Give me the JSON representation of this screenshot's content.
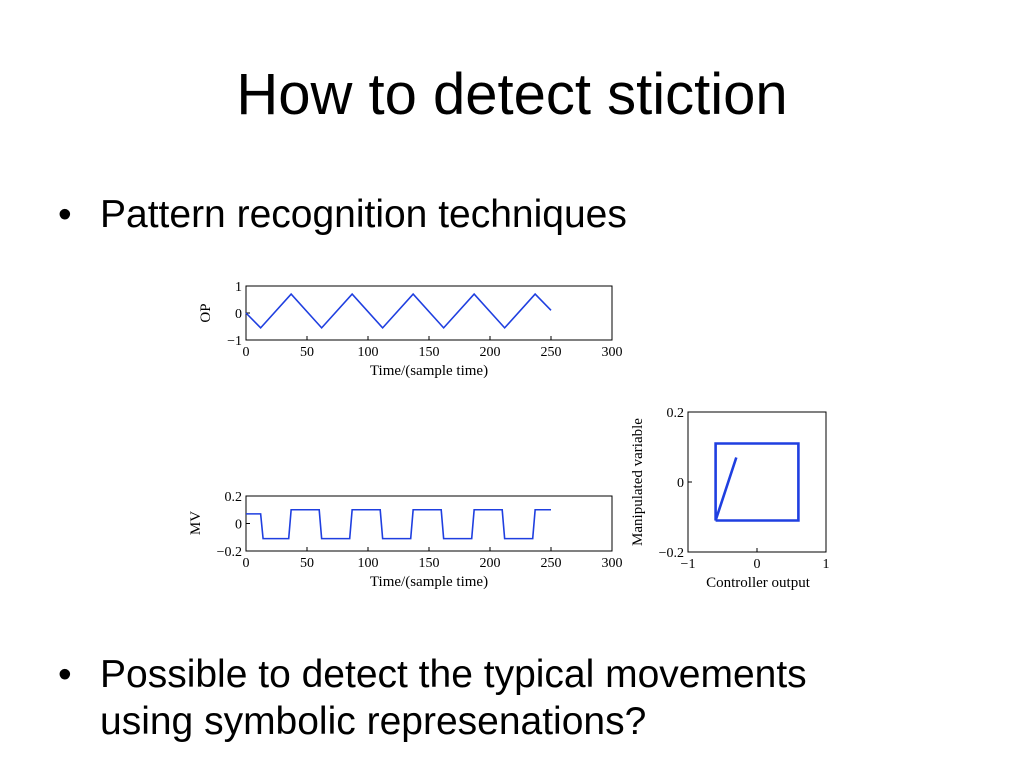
{
  "slide": {
    "title": "How to detect stiction",
    "bullets": [
      {
        "marker": "•",
        "text": "Pattern recognition techniques"
      },
      {
        "marker": "•",
        "text": "Possible to detect the typical movements",
        "text2": "using symbolic represenations?"
      }
    ]
  },
  "colors": {
    "trace": "#1f3fe0",
    "text": "#000000"
  },
  "chart_data": [
    {
      "type": "line",
      "ylabel": "OP",
      "xlabel": "Time/(sample time)",
      "xlim": [
        0,
        300
      ],
      "ylim": [
        -1,
        1
      ],
      "xticks": [
        "0",
        "50",
        "100",
        "150",
        "200",
        "250",
        "300"
      ],
      "yticks": [
        "1",
        "0",
        "−1"
      ],
      "x": [
        0,
        12,
        37,
        62,
        87,
        112,
        137,
        162,
        187,
        212,
        237,
        250
      ],
      "y": [
        0,
        -0.55,
        0.7,
        -0.55,
        0.7,
        -0.55,
        0.7,
        -0.55,
        0.7,
        -0.55,
        0.7,
        0.1
      ]
    },
    {
      "type": "line",
      "ylabel": "MV",
      "xlabel": "Time/(sample time)",
      "xlim": [
        0,
        300
      ],
      "ylim": [
        -0.2,
        0.2
      ],
      "xticks": [
        "0",
        "50",
        "100",
        "150",
        "200",
        "250",
        "300"
      ],
      "yticks": [
        "0.2",
        "0",
        "−0.2"
      ],
      "x": [
        0,
        12,
        14,
        35,
        37,
        60,
        62,
        85,
        87,
        110,
        112,
        135,
        137,
        160,
        162,
        185,
        187,
        210,
        212,
        235,
        237,
        250
      ],
      "y": [
        0.07,
        0.07,
        -0.11,
        -0.11,
        0.1,
        0.1,
        -0.11,
        -0.11,
        0.1,
        0.1,
        -0.11,
        -0.11,
        0.1,
        0.1,
        -0.11,
        -0.11,
        0.1,
        0.1,
        -0.11,
        -0.11,
        0.1,
        0.1
      ]
    },
    {
      "type": "scatter",
      "ylabel": "Manipulated variable",
      "xlabel": "Controller output",
      "xlim": [
        -1,
        1
      ],
      "ylim": [
        -0.2,
        0.2
      ],
      "xticks": [
        "−1",
        "0",
        "1"
      ],
      "yticks": [
        "0.2",
        "0",
        "−0.2"
      ],
      "x": [
        -0.6,
        0.6,
        0.6,
        -0.6,
        -0.6,
        -0.3
      ],
      "y": [
        -0.11,
        -0.11,
        0.11,
        0.11,
        -0.11,
        0.07
      ]
    }
  ]
}
